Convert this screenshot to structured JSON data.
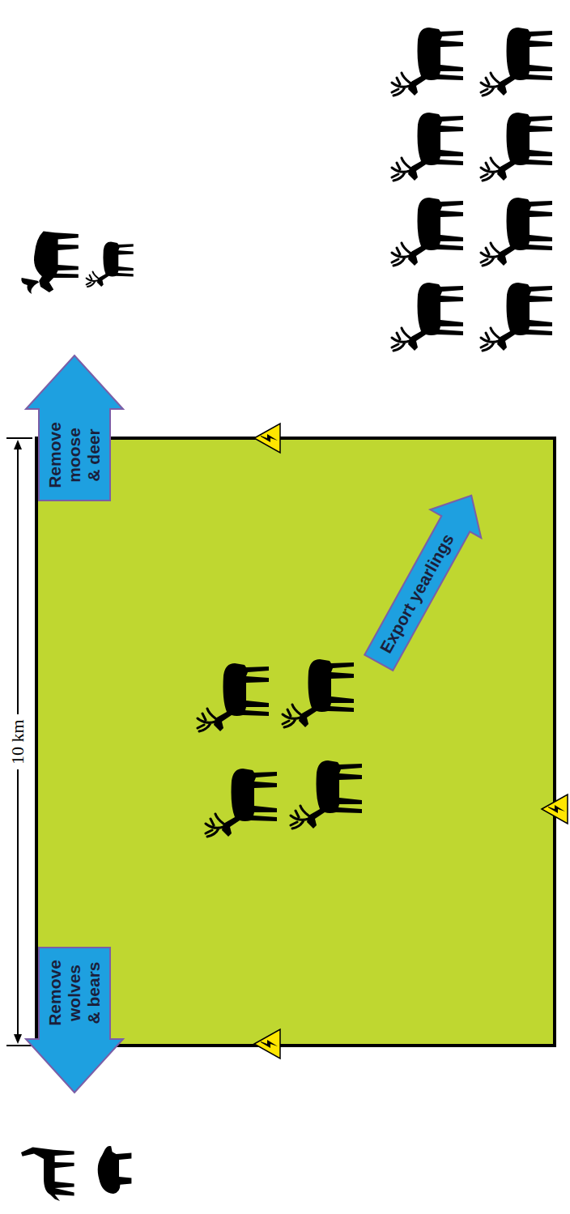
{
  "diagram": {
    "nodes": [
      {
        "text": [
          "Remove wolves & bears"
        ]
      },
      {
        "text": [
          "Remove moose & deer"
        ]
      },
      {
        "text": [
          "Export yearlings"
        ]
      }
    ],
    "labels": [
      "10 km"
    ]
  }
}
